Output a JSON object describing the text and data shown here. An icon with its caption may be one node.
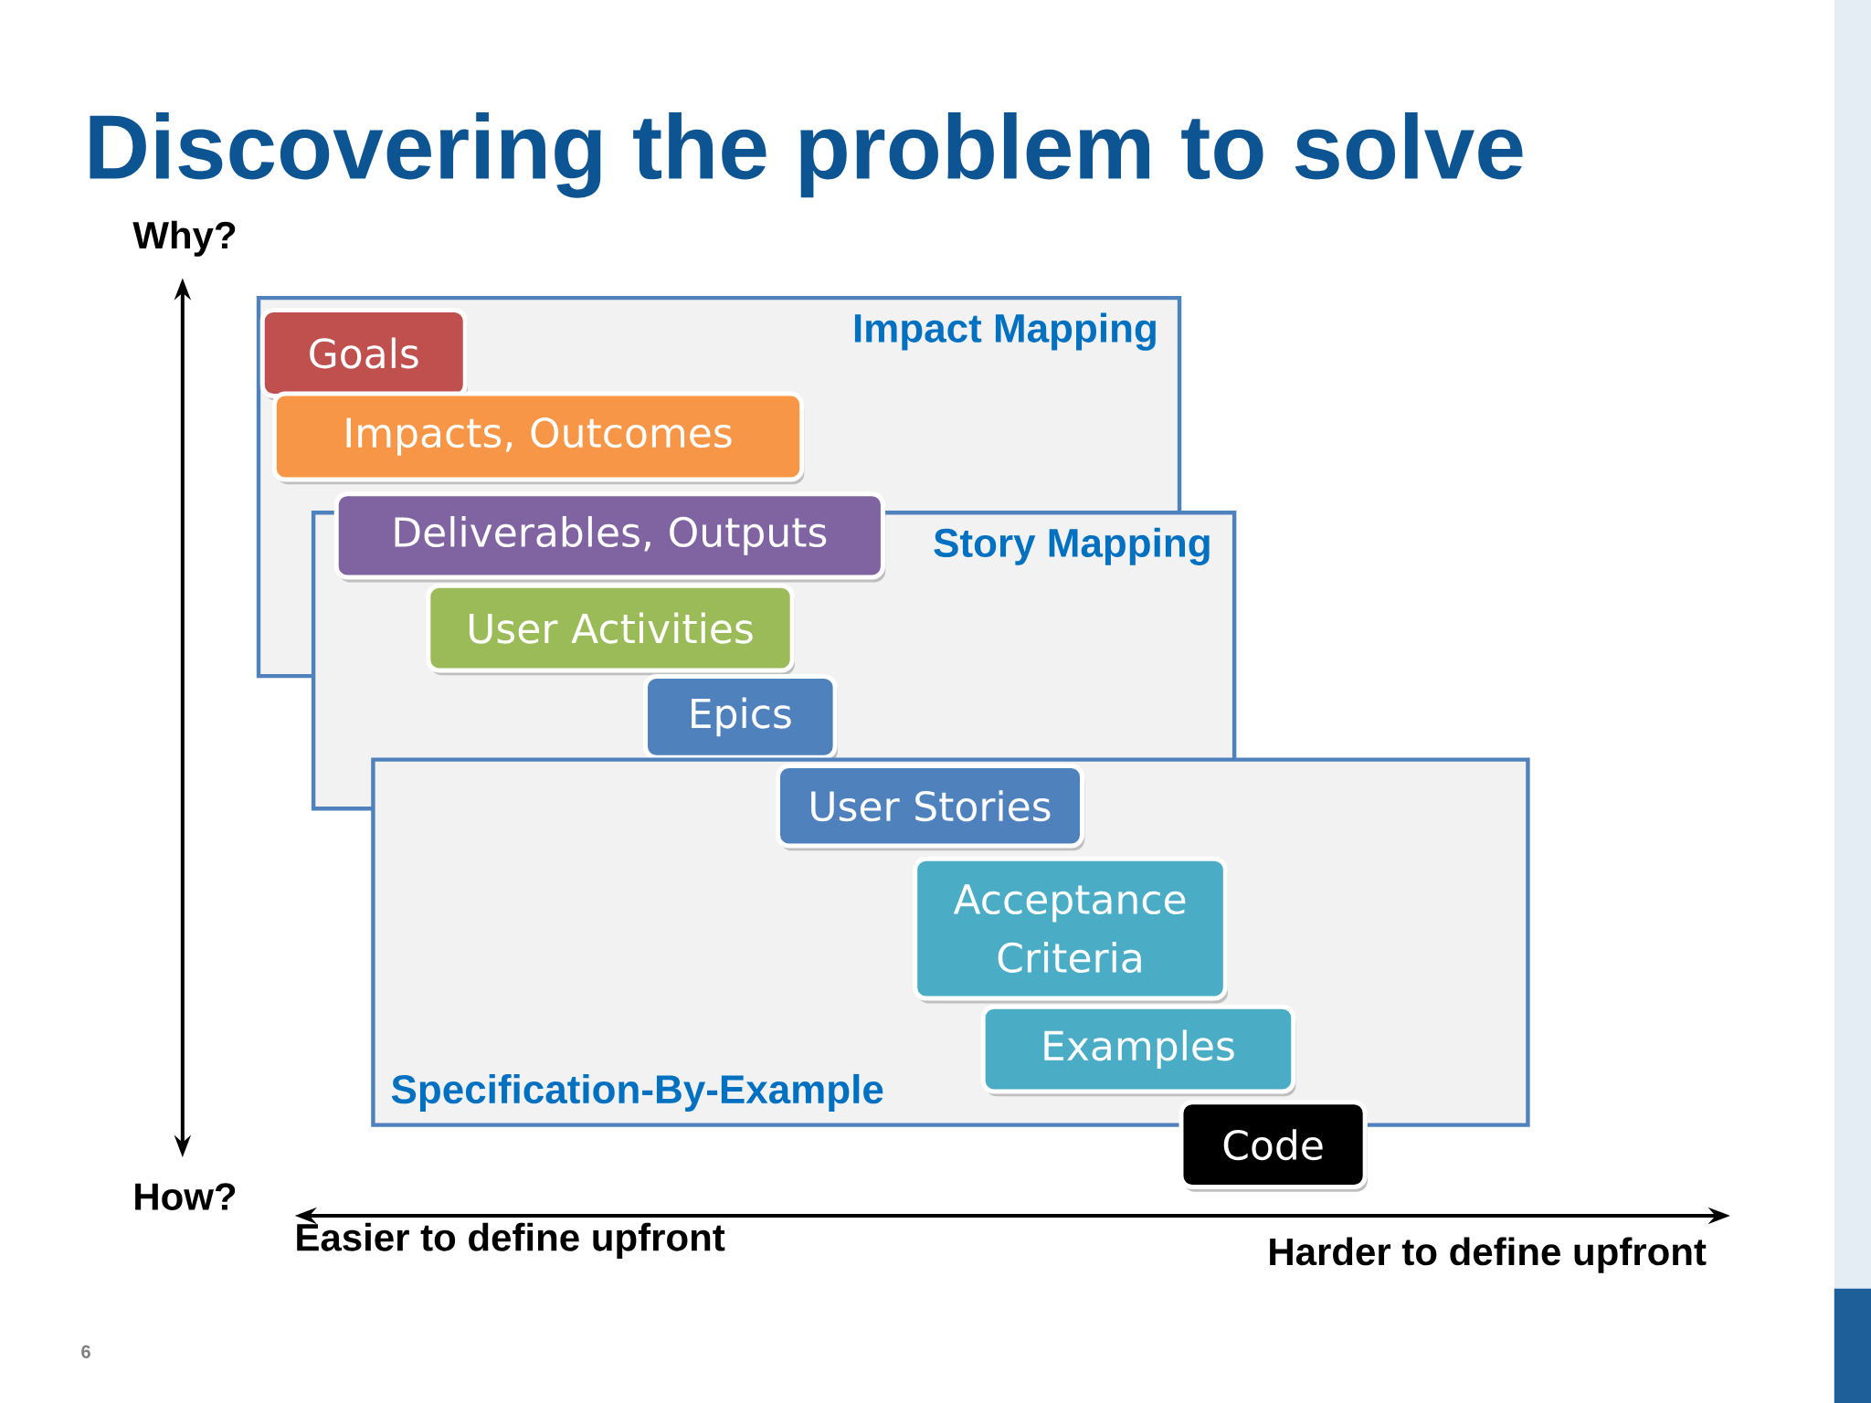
{
  "diagram": {
    "title": "Discovering the problem to solve",
    "nodes": [
      {
        "text": [
          "Impact Mapping"
        ]
      },
      {
        "text": [
          "Goals"
        ],
        "in": 0
      },
      {
        "text": [
          "Impacts, Outcomes"
        ],
        "in": 0
      },
      {
        "text": [
          "Story Mapping"
        ]
      },
      {
        "text": [
          "Deliverables, Outputs"
        ],
        "in": 0
      },
      {
        "text": [
          "User Activities"
        ]
      },
      {
        "text": [
          "Epics"
        ],
        "in": 3
      },
      {
        "text": [
          "Specification-By-Example"
        ]
      },
      {
        "text": [
          "User Stories"
        ],
        "in": 7
      },
      {
        "text": [
          "Acceptance Criteria"
        ],
        "in": 7
      },
      {
        "text": [
          "Examples"
        ],
        "in": 7
      },
      {
        "text": [
          "Code"
        ]
      }
    ],
    "labels": [
      "Why?",
      "How?",
      "Easier to define upfront",
      "Harder to define upfront",
      "6"
    ]
  }
}
